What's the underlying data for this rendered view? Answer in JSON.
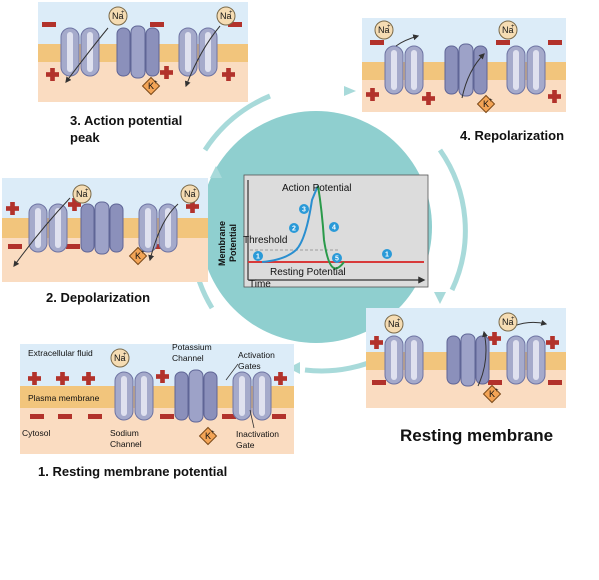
{
  "captions": {
    "action_peak": "3. Action potential peak",
    "repolarization": "4. Repolarization",
    "depolarization": "2. Depolarization",
    "resting_membrane": "Resting membrane",
    "resting_potential_step": "1. Resting membrane potential"
  },
  "ions": {
    "sodium": "Na",
    "potassium": "K",
    "charge": "+"
  },
  "labels": {
    "extracellular_fluid": "Extracellular fluid",
    "plasma_membrane": "Plasma membrane",
    "cytosol": "Cytosol",
    "sodium_channel_1": "Sodium",
    "sodium_channel_2": "Channel",
    "potassium_channel_1": "Potassium",
    "potassium_channel_2": "Channel",
    "activation_gates_1": "Activation",
    "activation_gates_2": "Gates",
    "inactivation_gate_1": "Inactivation",
    "inactivation_gate_2": "Gate"
  },
  "graph": {
    "title": "Action Potential",
    "threshold": "Threshold",
    "resting": "Resting Potential",
    "ylabel_1": "Membrane",
    "ylabel_2": "Potential",
    "xlabel": "Time",
    "markers": [
      "1",
      "2",
      "3",
      "4",
      "5",
      "1"
    ]
  },
  "colors": {
    "cycle_circle": "#8fcfcf",
    "ring_arrow": "#a8dada",
    "extracellular": "#dcecf8",
    "membrane": "#f2c57c",
    "cytosol": "#fadcc1",
    "channel": "#a5aacb",
    "positive_charge": "#b2322b",
    "negative_charge": "#b2322b",
    "sodium_ion": "#f5dcb3",
    "potassium_ion": "#f3a456",
    "resting_line": "#d83a3a",
    "depolarize_line": "#2a8fd0",
    "repolarize_line": "#2a9a4a",
    "marker": "#2a9ad8"
  }
}
